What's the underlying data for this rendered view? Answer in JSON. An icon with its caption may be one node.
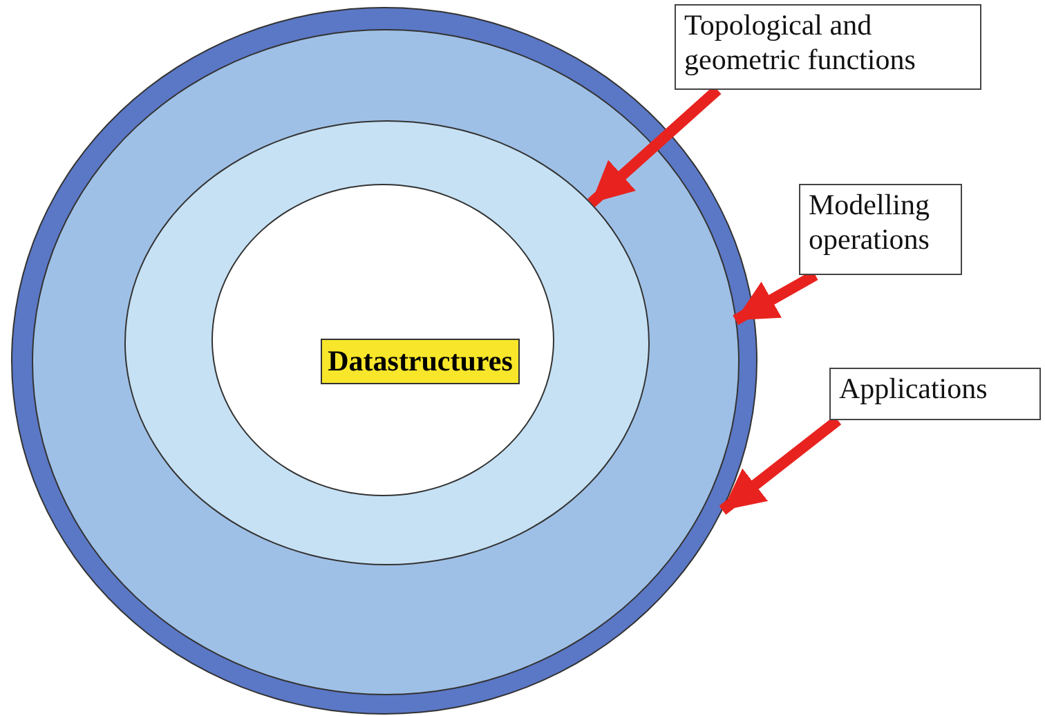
{
  "diagram": {
    "nodes": [
      {
        "text": [],
        "shape": "circle"
      },
      {
        "text": [],
        "shape": "circle",
        "in": 0
      },
      {
        "text": [],
        "shape": "circle",
        "in": 1
      },
      {
        "text": [],
        "shape": "circle",
        "in": 2
      },
      {
        "text": [
          "Datastructures"
        ],
        "in": 3
      },
      {
        "text": [
          "Topological and geometric functions"
        ]
      },
      {
        "text": [
          "Modelling operations"
        ]
      },
      {
        "text": [
          "Applications"
        ]
      }
    ],
    "edges": [
      {
        "from": 5,
        "to": 2,
        "arrow": "to"
      },
      {
        "from": 6,
        "to": 1,
        "arrow": "to"
      },
      {
        "from": 7,
        "to": 0,
        "arrow": "to"
      }
    ]
  }
}
